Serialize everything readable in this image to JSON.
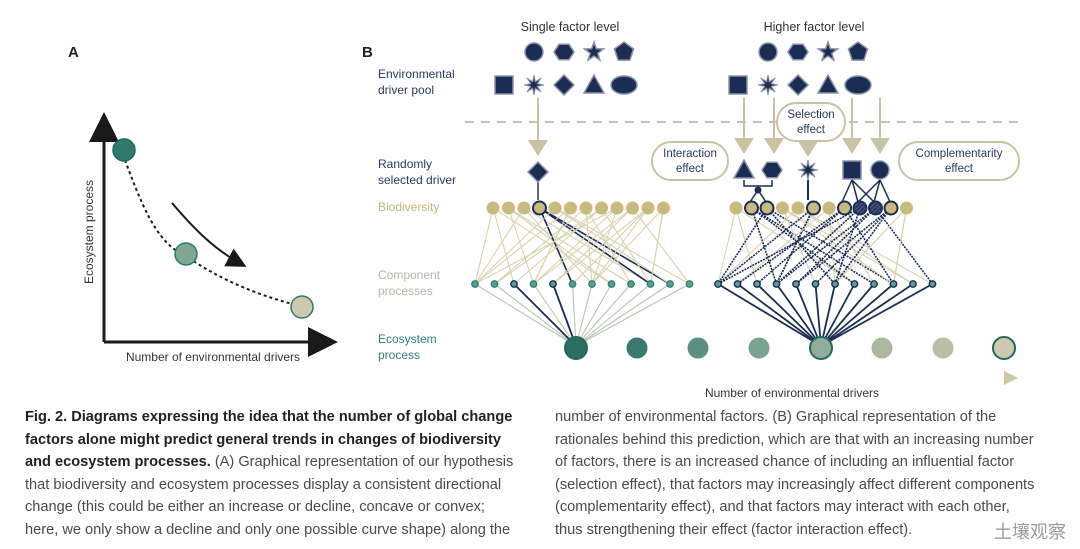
{
  "panel_a": {
    "label": "A",
    "y_axis_label": "Ecosystem process",
    "x_axis_label": "Number of environmental drivers",
    "points": [
      {
        "name": "low-drivers",
        "color": "#2e7a6c"
      },
      {
        "name": "mid-drivers",
        "color": "#7fa693"
      },
      {
        "name": "high-drivers",
        "color": "#cfc8b0"
      }
    ]
  },
  "panel_b": {
    "label": "B",
    "single_title": "Single factor level",
    "higher_title": "Higher factor level",
    "row_labels": {
      "pool_line1": "Environmental",
      "pool_line2": "driver pool",
      "selected_line1": "Randomly",
      "selected_line2": "selected driver",
      "biodiversity": "Biodiversity",
      "component_line1": "Component",
      "component_line2": "processes",
      "ecosystem_line1": "Ecosystem",
      "ecosystem_line2": "process"
    },
    "pool_shapes_row1": [
      "circle",
      "hexagon",
      "star",
      "pentagon"
    ],
    "pool_shapes_row2": [
      "square",
      "burst",
      "diamond",
      "triangle",
      "ellipse"
    ],
    "effects": {
      "interaction_line1": "Interaction",
      "interaction_line2": "effect",
      "selection_line1": "Selection",
      "selection_line2": "effect",
      "complementarity_line1": "Complementarity",
      "complementarity_line2": "effect"
    },
    "axis_label": "Number of environmental drivers",
    "ecosystem_colors": [
      "#2b6f63",
      "#3a7a6e",
      "#5a8f82",
      "#7aa391",
      "#8fad9a",
      "#a9b89f",
      "#bdbea6",
      "#cfc8b0"
    ],
    "colors": {
      "navy": "#1c2d55",
      "khaki": "#c8bb7d",
      "khaki_line": "#d9d2b0",
      "teal": "#2f7f76",
      "arrow": "#c9c3a3"
    }
  },
  "caption": {
    "left_lines": [
      {
        "bold": "Fig. 2. Diagrams expressing the idea that the number of global change",
        "text": ""
      },
      {
        "bold": "factors alone might predict general trends in changes of biodiversity",
        "text": ""
      },
      {
        "bold": "and ecosystem processes.",
        "text": " (A) Graphical representation of our hypothesis"
      },
      {
        "bold": "",
        "text": "that biodiversity and ecosystem processes display a consistent directional"
      },
      {
        "bold": "",
        "text": "change (this could be either an increase or decline, concave or convex;"
      },
      {
        "bold": "",
        "text": "here, we only show a decline and only one possible curve shape) along the"
      }
    ],
    "right_lines": [
      "number of environmental factors. (B) Graphical representation of the",
      "rationales behind this prediction, which are that with an increasing number",
      "of factors, there is an increased chance of including an influential factor",
      "(selection effect), that factors may increasingly affect different components",
      "(complementarity effect), and that factors may interact with each other,",
      "thus strengthening their effect (factor interaction effect)."
    ],
    "watermark": "土壤观察"
  }
}
